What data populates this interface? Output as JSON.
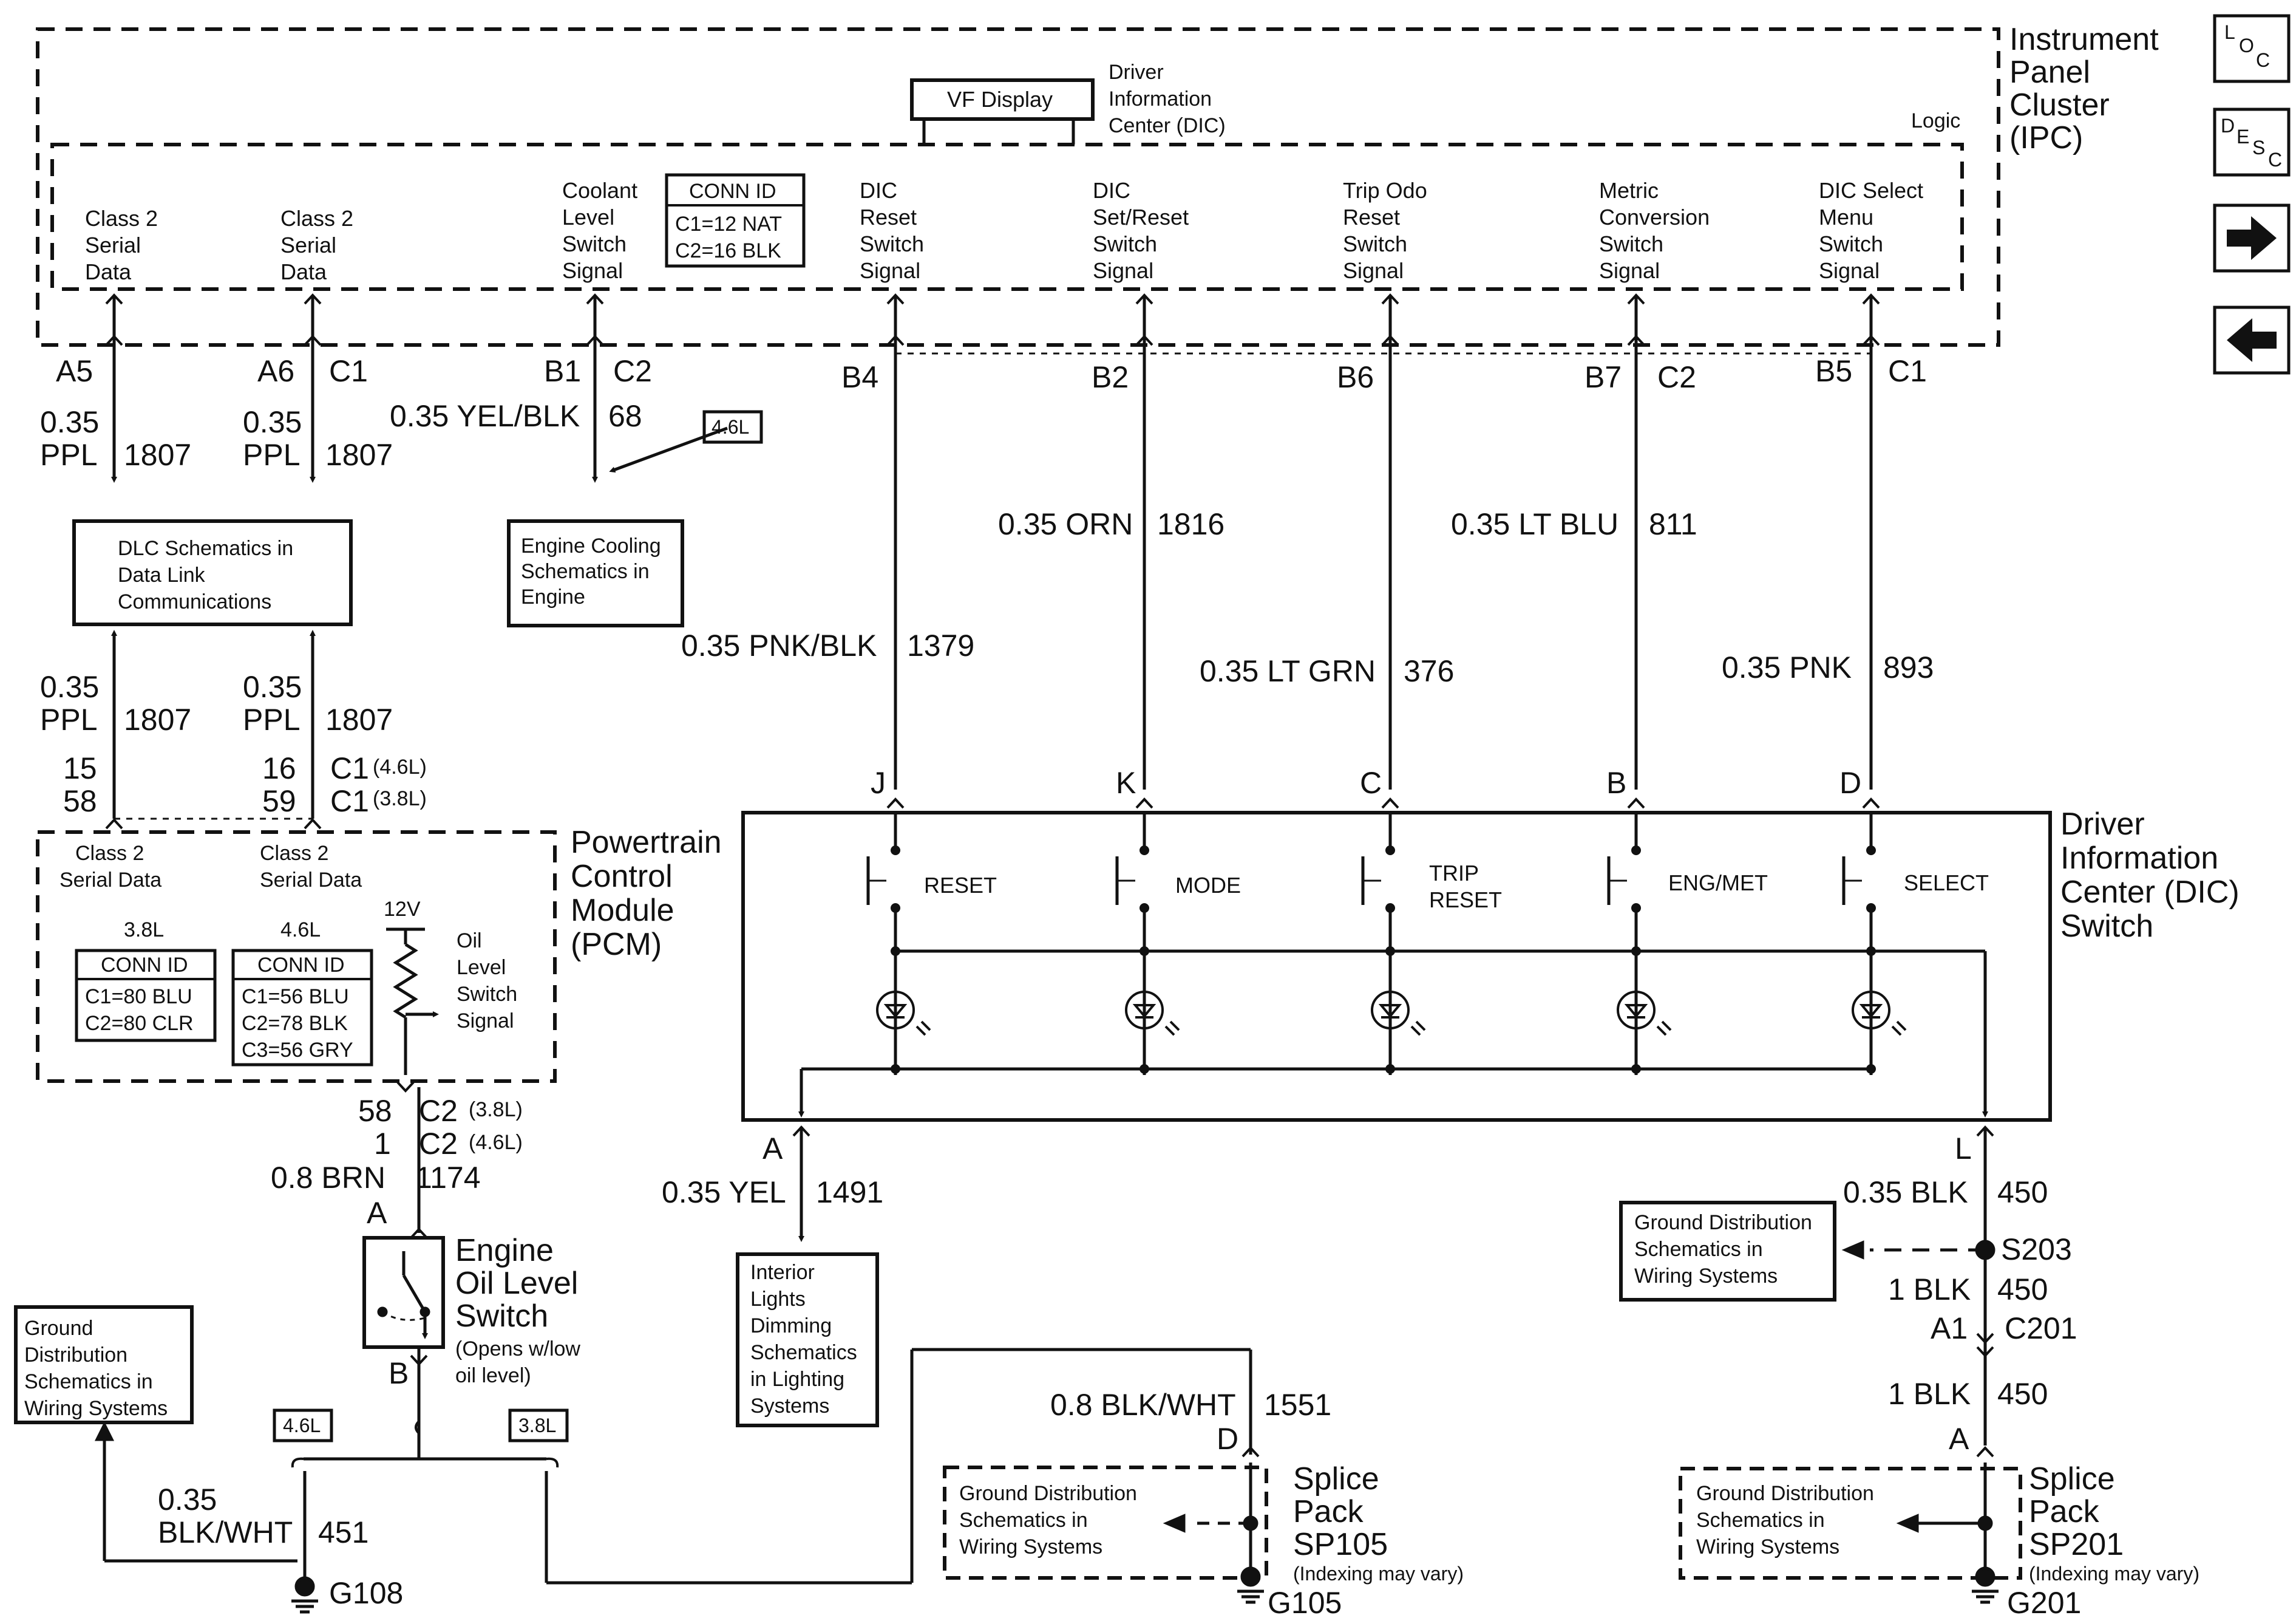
{
  "ipc": {
    "title": "Instrument Panel Cluster (IPC)",
    "title_lines": [
      "Instrument",
      "Panel",
      "Cluster",
      "(IPC)"
    ],
    "logic": "Logic",
    "vf_display": "VF Display",
    "dic_label": [
      "Driver",
      "Information",
      "Center (DIC)"
    ],
    "conn_id": {
      "header": "CONN ID",
      "rows": [
        "C1=12 NAT",
        "C2=16 BLK"
      ]
    },
    "signals": [
      [
        "Class 2",
        "Serial",
        "Data"
      ],
      [
        "Class 2",
        "Serial",
        "Data"
      ],
      [
        "Coolant",
        "Level",
        "Switch",
        "Signal"
      ],
      [
        "DIC",
        "Reset",
        "Switch",
        "Signal"
      ],
      [
        "DIC",
        "Set/Reset",
        "Switch",
        "Signal"
      ],
      [
        "Trip Odo",
        "Reset",
        "Switch",
        "Signal"
      ],
      [
        "Metric",
        "Conversion",
        "Switch",
        "Signal"
      ],
      [
        "DIC Select",
        "Menu",
        "Switch",
        "Signal"
      ]
    ]
  },
  "nav": {
    "loc": "LOC",
    "desc": "DESC",
    "next": "➡",
    "prev": "⬅"
  },
  "pins_top": {
    "a5": "A5",
    "a6": "A6",
    "c1a": "C1",
    "b1": "B1",
    "c2a": "C2",
    "b4": "B4",
    "b2": "B2",
    "b6": "B6",
    "b7": "B7",
    "c2b": "C2",
    "b5": "B5",
    "c1b": "C1"
  },
  "wires": {
    "w1_size": "0.35",
    "w1_color": "PPL",
    "w1_ckt": "1807",
    "w2_size": "0.35",
    "w2_color": "PPL",
    "w2_ckt": "1807",
    "w3": "0.35 YEL/BLK",
    "w3_ckt": "68",
    "w4": "0.35 PNK/BLK",
    "w4_ckt": "1379",
    "w5": "0.35 ORN",
    "w5_ckt": "1816",
    "w6": "0.35 LT GRN",
    "w6_ckt": "376",
    "w7": "0.35 LT BLU",
    "w7_ckt": "811",
    "w8": "0.35 PNK",
    "w8_ckt": "893",
    "w9_size": "0.35",
    "w9_color": "PPL",
    "w9_ckt": "1807",
    "w10_size": "0.35",
    "w10_color": "PPL",
    "w10_ckt": "1807",
    "w11": "0.8 BRN",
    "w11_ckt": "1174",
    "w12": "0.35 YEL",
    "w12_ckt": "1491",
    "w13": "0.35 BLK",
    "w13_ckt": "450",
    "w14": "1 BLK",
    "w14_ckt": "450",
    "w15": "1 BLK",
    "w15_ckt": "450",
    "w16": "0.8 BLK/WHT",
    "w16_ckt": "1551",
    "w17_size": "0.35",
    "w17_color": "BLK/WHT",
    "w17_ckt": "451"
  },
  "boxes": {
    "dlc": [
      "DLC Schematics in",
      "Data Link",
      "Communications"
    ],
    "engine_cooling": [
      "Engine Cooling",
      "Schematics in",
      "Engine"
    ],
    "interior": [
      "Interior",
      "Lights",
      "Dimming",
      "Schematics",
      "in Lighting",
      "Systems"
    ],
    "gnd_right": [
      "Ground Distribution",
      "Schematics in",
      "Wiring Systems"
    ],
    "gnd_left": [
      "Ground",
      "Distribution",
      "Schematics in",
      "Wiring Systems"
    ],
    "gnd_sp105": [
      "Ground Distribution",
      "Schematics in",
      "Wiring Systems"
    ],
    "gnd_sp201": [
      "Ground Distribution",
      "Schematics in",
      "Wiring Systems"
    ]
  },
  "tags": {
    "t46a": "4.6L",
    "t46b": "4.6L",
    "t38": "3.8L"
  },
  "pcm": {
    "title": [
      "Powertrain",
      "Control",
      "Module",
      "(PCM)"
    ],
    "sd1": [
      "Class 2",
      "Serial Data"
    ],
    "sd2": [
      "Class 2",
      "Serial Data"
    ],
    "eng38": "3.8L",
    "eng46": "4.6L",
    "conn1": {
      "header": "CONN ID",
      "rows": [
        "C1=80 BLU",
        "C2=80 CLR"
      ]
    },
    "conn2": {
      "header": "CONN ID",
      "rows": [
        "C1=56 BLU",
        "C2=78 BLK",
        "C3=56 GRY"
      ]
    },
    "v12": "12V",
    "oil_sig": [
      "Oil",
      "Level",
      "Switch",
      "Signal"
    ],
    "pin15": "15",
    "pin58": "58",
    "pin16": "16",
    "pin59": "59",
    "c1_46": "C1",
    "c1_46s": "(4.6L)",
    "c1_38": "C1",
    "c1_38s": "(3.8L)",
    "p58": "58",
    "p1": "1",
    "c2a": "C2",
    "c2as": "(3.8L)",
    "c2b": "C2",
    "c2bs": "(4.6L)"
  },
  "oil_switch": {
    "title": [
      "Engine",
      "Oil Level",
      "Switch"
    ],
    "note": [
      "(Opens w/low",
      "oil level)"
    ],
    "pa": "A",
    "pb": "B"
  },
  "dic_switch": {
    "title": [
      "Driver",
      "Information",
      "Center (DIC)",
      "Switch"
    ],
    "pins": [
      "J",
      "K",
      "C",
      "B",
      "D"
    ],
    "buttons": [
      "RESET",
      "MODE",
      "TRIP",
      "RESET",
      "ENG/MET",
      "SELECT"
    ],
    "pa": "A",
    "pl": "L"
  },
  "splices": {
    "s203": "S203",
    "a1": "A1",
    "c201": "C201",
    "pa": "A",
    "pd": "D",
    "sp105": [
      "Splice",
      "Pack",
      "SP105"
    ],
    "sp201": [
      "Splice",
      "Pack",
      "SP201"
    ],
    "note": "(Indexing may vary)"
  },
  "grounds": {
    "g108": "G108",
    "g105": "G105",
    "g201": "G201"
  }
}
